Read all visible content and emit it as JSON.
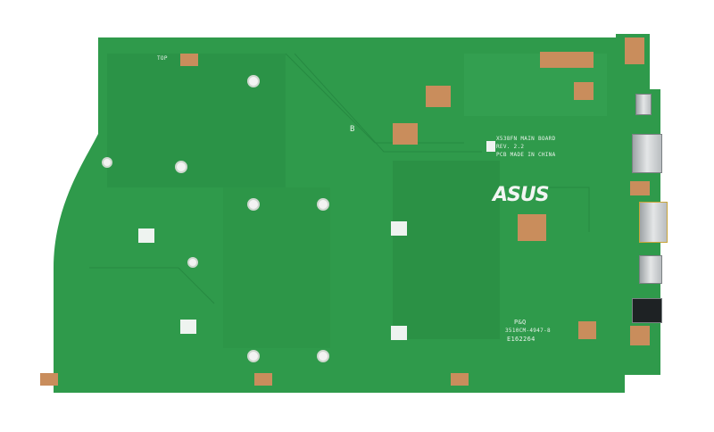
{
  "image": {
    "subject": "Laptop motherboard, bottom side",
    "background_color": "#ffffff",
    "pcb_color": "#2f9a4b",
    "pcb_dark_color": "#1f7a3a"
  },
  "silkscreen": {
    "brand_logo": "ASUS",
    "board_name": "X538FN MAIN BOARD",
    "revision": "REV. 2.2",
    "origin": "PCB MADE IN CHINA",
    "top_marker": "TOP",
    "zone_marker": "B",
    "cert_line1": "P&Q",
    "cert_line2": "3510CM-4947-8",
    "cert_line3": "E162264"
  },
  "connectors": [
    {
      "name": "dc-power-jack"
    },
    {
      "name": "usb-a-port"
    },
    {
      "name": "hdmi-port"
    },
    {
      "name": "usb-c-port"
    },
    {
      "name": "audio-jack"
    }
  ]
}
